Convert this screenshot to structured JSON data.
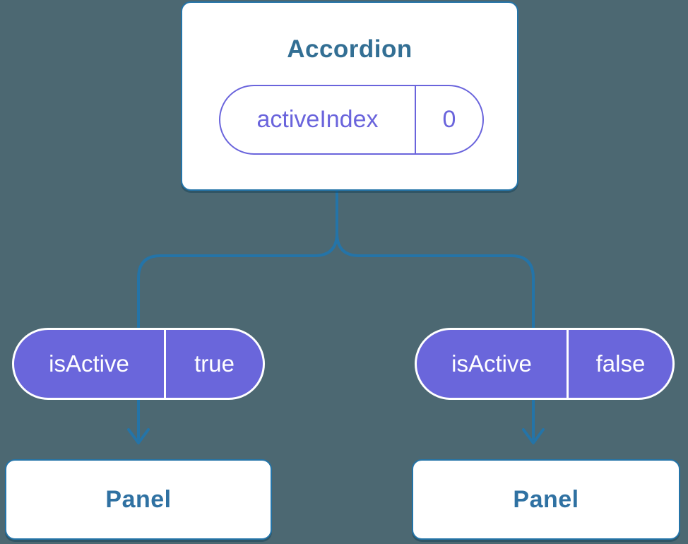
{
  "colors": {
    "background": "#4C6872",
    "connector": "#2474A8",
    "card_border": "#2474A8",
    "card_background": "#FFFFFF",
    "root_title_text": "#336F94",
    "panel_title_text": "#2F71A2",
    "state_accent": "#6A64DC",
    "prop_pill_fill": "#6A66DB",
    "prop_pill_text": "#FFFFFF"
  },
  "tree": {
    "root": {
      "title": "Accordion",
      "state": {
        "name": "activeIndex",
        "value": "0"
      }
    },
    "children": [
      {
        "prop": {
          "name": "isActive",
          "value": "true"
        },
        "title": "Panel"
      },
      {
        "prop": {
          "name": "isActive",
          "value": "false"
        },
        "title": "Panel"
      }
    ]
  }
}
